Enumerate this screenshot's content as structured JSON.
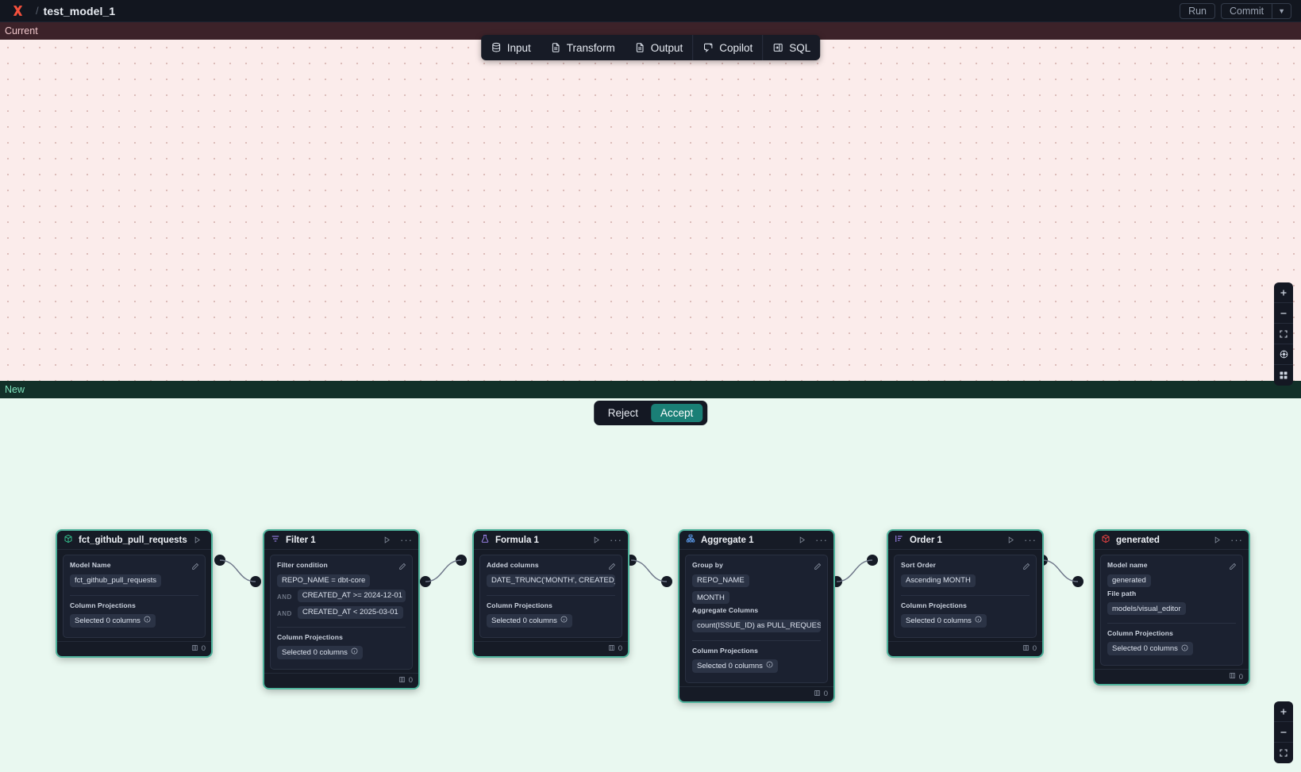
{
  "topbar": {
    "logo_icon": "x-logo-icon",
    "separator": "/",
    "title": "test_model_1",
    "run_label": "Run",
    "commit_label": "Commit",
    "commit_caret_icon": "chevron-down-icon"
  },
  "toolbar": {
    "items": [
      {
        "label": "Input",
        "icon": "database-icon"
      },
      {
        "label": "Transform",
        "icon": "document-icon"
      },
      {
        "label": "Output",
        "icon": "document-icon"
      },
      {
        "label": "Copilot",
        "icon": "copilot-sparkle-icon"
      },
      {
        "label": "SQL",
        "icon": "sql-panel-icon"
      }
    ]
  },
  "panels": {
    "current_label": "Current",
    "new_label": "New"
  },
  "decision": {
    "reject_label": "Reject",
    "accept_label": "Accept",
    "accent_color": "#1a7f76"
  },
  "zoom_controls": {
    "top": [
      {
        "icon": "plus-icon"
      },
      {
        "icon": "minus-icon"
      },
      {
        "icon": "fit-view-icon"
      },
      {
        "icon": "lock-interactivity-icon"
      },
      {
        "icon": "mini-map-icon"
      }
    ],
    "bottom": [
      {
        "icon": "plus-icon"
      },
      {
        "icon": "minus-icon"
      },
      {
        "icon": "fit-view-icon"
      }
    ]
  },
  "nodes": [
    {
      "id": "source",
      "title": "fct_github_pull_requests",
      "icon": "cube-icon",
      "icon_color": "#34c38f",
      "run_icon": "play-icon",
      "menu_icon": "more-horizontal-icon",
      "column_count": "0",
      "sections": [
        {
          "label": "Model Name",
          "chips": [
            {
              "text": "fct_github_pull_requests"
            }
          ]
        },
        {
          "label": "Column Projections",
          "divider": true,
          "chips": [
            {
              "text": "Selected 0 columns",
              "info": true
            }
          ]
        }
      ]
    },
    {
      "id": "filter",
      "title": "Filter 1",
      "icon": "filter-icon",
      "icon_color": "#a78bfa",
      "run_icon": "play-icon",
      "menu_icon": "more-horizontal-icon",
      "column_count": "0",
      "sections": [
        {
          "label": "Filter condition",
          "chips": [
            {
              "text": "REPO_NAME = dbt-core"
            },
            {
              "prefix": "AND",
              "text": "CREATED_AT >= 2024-12-01"
            },
            {
              "prefix": "AND",
              "text": "CREATED_AT < 2025-03-01"
            }
          ]
        },
        {
          "label": "Column Projections",
          "divider": true,
          "chips": [
            {
              "text": "Selected 0 columns",
              "info": true
            }
          ]
        }
      ]
    },
    {
      "id": "formula",
      "title": "Formula 1",
      "icon": "flask-icon",
      "icon_color": "#a78bfa",
      "run_icon": "play-icon",
      "menu_icon": "more-horizontal-icon",
      "column_count": "0",
      "sections": [
        {
          "label": "Added columns",
          "chips": [
            {
              "text": "DATE_TRUNC('MONTH', CREATED_AT…"
            }
          ]
        },
        {
          "label": "Column Projections",
          "divider": true,
          "chips": [
            {
              "text": "Selected 0 columns",
              "info": true
            }
          ]
        }
      ]
    },
    {
      "id": "aggregate",
      "title": "Aggregate 1",
      "icon": "aggregate-icon",
      "icon_color": "#60a5fa",
      "run_icon": "play-icon",
      "menu_icon": "more-horizontal-icon",
      "column_count": "0",
      "sections": [
        {
          "label": "Group by",
          "chips": [
            {
              "text": "REPO_NAME"
            },
            {
              "text": "MONTH"
            }
          ]
        },
        {
          "label": "Aggregate Columns",
          "chips": [
            {
              "text": "count(ISSUE_ID) as PULL_REQUEST_…"
            }
          ]
        },
        {
          "label": "Column Projections",
          "divider": true,
          "chips": [
            {
              "text": "Selected 0 columns",
              "info": true
            }
          ]
        }
      ]
    },
    {
      "id": "order",
      "title": "Order 1",
      "icon": "sort-icon",
      "icon_color": "#a78bfa",
      "run_icon": "play-icon",
      "menu_icon": "more-horizontal-icon",
      "column_count": "0",
      "sections": [
        {
          "label": "Sort Order",
          "chips": [
            {
              "text": "Ascending MONTH"
            }
          ]
        },
        {
          "label": "Column Projections",
          "divider": true,
          "chips": [
            {
              "text": "Selected 0 columns",
              "info": true
            }
          ]
        }
      ]
    },
    {
      "id": "generated",
      "title": "generated",
      "icon": "cube-icon",
      "icon_color": "#ef4444",
      "run_icon": "play-icon",
      "menu_icon": "more-horizontal-icon",
      "column_count": "0",
      "sections": [
        {
          "label": "Model name",
          "chips": [
            {
              "text": "generated"
            }
          ]
        },
        {
          "label": "File path",
          "chips": [
            {
              "text": "models/visual_editor"
            }
          ]
        },
        {
          "label": "Column Projections",
          "divider": true,
          "chips": [
            {
              "text": "Selected 0 columns",
              "info": true
            }
          ]
        }
      ]
    }
  ]
}
